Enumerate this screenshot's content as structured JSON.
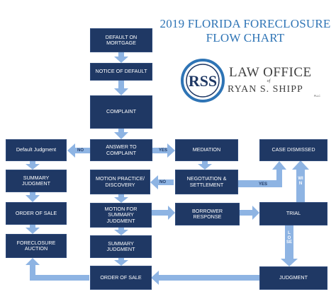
{
  "title": {
    "line1": "2019 FLORIDA FORECLOSURE",
    "line2": "FLOW CHART"
  },
  "logo": {
    "monogram": "RSS",
    "line1": "LAW OFFICE",
    "of": "of",
    "line2": "RYAN S. SHIPP",
    "suffix": "PLLC"
  },
  "colors": {
    "box": "#1f3864",
    "arrow": "#8eb4e3",
    "title": "#2e74b5",
    "logo_ring": "#2e74b5"
  },
  "boxes": {
    "default_on_mortgage": "DEFAULT ON MORTGAGE",
    "notice_of_default": "NOTICE OF DEFAULT",
    "complaint": "COMPLAINT",
    "answer_to_complaint": "ANSWER TO COMPLAINT",
    "default_judgment": "Default Judgment",
    "summary_judgment_left": "SUMMARY JUDGMENT",
    "order_of_sale_left": "ORDER OF SALE",
    "foreclosure_auction": "FORECLOSURE AUCTION",
    "mediation": "MEDIATION",
    "negotiation_settlement": "NEGOTIATION & SETTLEMENT",
    "case_dismissed": "CASE DISMISSED",
    "motion_practice": "MOTION PRACTICE/ DISCOVERY",
    "motion_summary_judgment": "MOTION FOR SUMMARY JUDGMENT",
    "borrower_response": "BORROWER RESPONSE",
    "trial": "TRIAL",
    "summary_judgment_center": "SUMMARY JUDGMENT",
    "judgment": "JUDGMENT",
    "order_of_sale_bottom": "ORDER OF SALE"
  },
  "arrow_labels": {
    "no_1": "NO",
    "yes_1": "YES",
    "no_2": "NO",
    "yes_2": "YES",
    "win": "WIN",
    "lose": "LOSE"
  }
}
